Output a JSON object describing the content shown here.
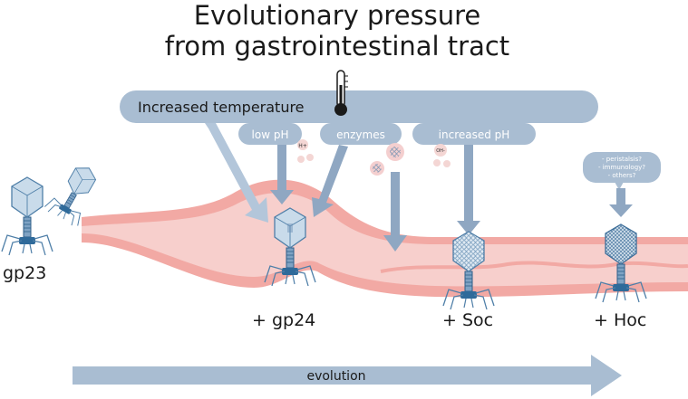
{
  "title": {
    "line1": "Evolutionary pressure",
    "line2": "from gastrointestinal tract"
  },
  "pressures": {
    "temperature": "Increased temperature",
    "low_ph": "low pH",
    "enzymes": "enzymes",
    "increased_ph": "increased pH",
    "h_plus": "H+",
    "oh_minus": "OH-",
    "other": [
      "- peristalsis?",
      "- immunology?",
      "- others?"
    ]
  },
  "stages": {
    "gp23": "gp23",
    "gp24": "+ gp24",
    "soc": "+ Soc",
    "hoc": "+ Hoc"
  },
  "evolution_label": "evolution",
  "colors": {
    "bubble": "#a9bdd2",
    "bubble_text": "#ffffff",
    "arrow": "#8fa7c2",
    "gut_outer": "#f2a9a4",
    "gut_inner": "#f7cfcc",
    "phage": "#4f7fa8",
    "phage_dark": "#2f5f8a"
  }
}
